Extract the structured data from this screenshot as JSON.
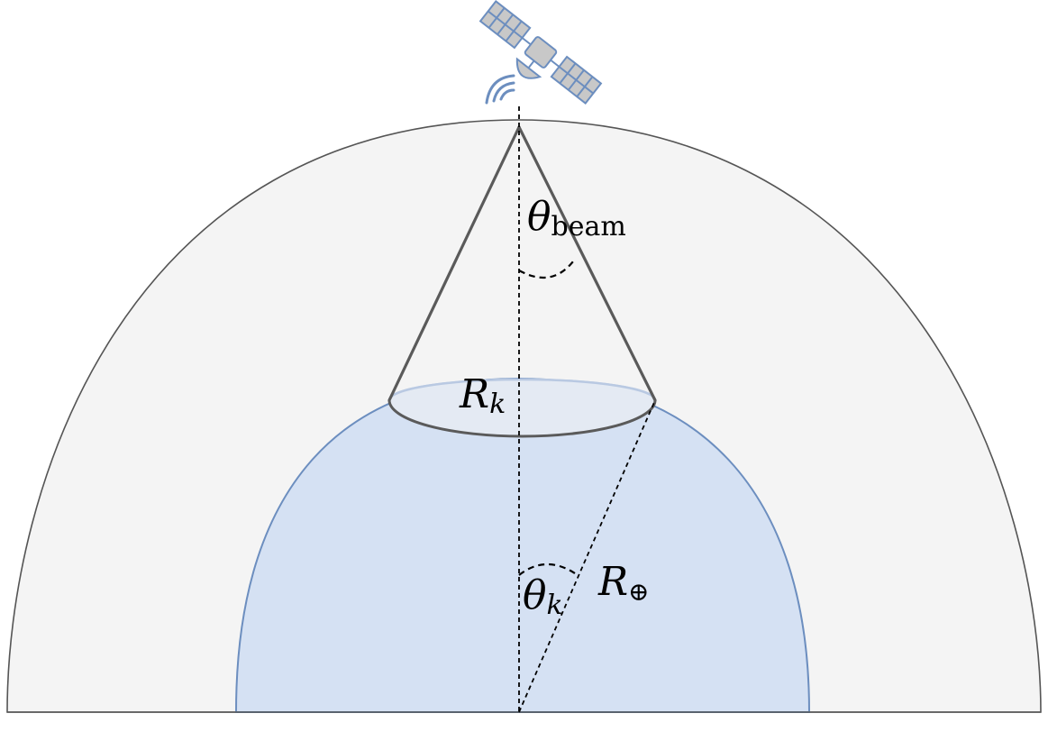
{
  "diagram": {
    "labels": {
      "beam_angle_symbol": "θ",
      "beam_angle_subscript": "beam",
      "coverage_radius_symbol": "R",
      "coverage_radius_subscript": "k",
      "central_angle_symbol": "θ",
      "central_angle_subscript": "k",
      "earth_radius_symbol": "R",
      "earth_radius_subscript": "⊕"
    },
    "colors": {
      "atmosphere_fill": "#f4f4f4",
      "atmosphere_stroke": "#555555",
      "earth_fill": "#d5e1f3",
      "earth_stroke": "#6c8ebf",
      "cone_stroke": "#5a5a5a",
      "satellite_fill": "#c8c8c8",
      "satellite_stroke": "#6c8ebf"
    },
    "icons": {
      "satellite": "satellite-icon"
    }
  }
}
